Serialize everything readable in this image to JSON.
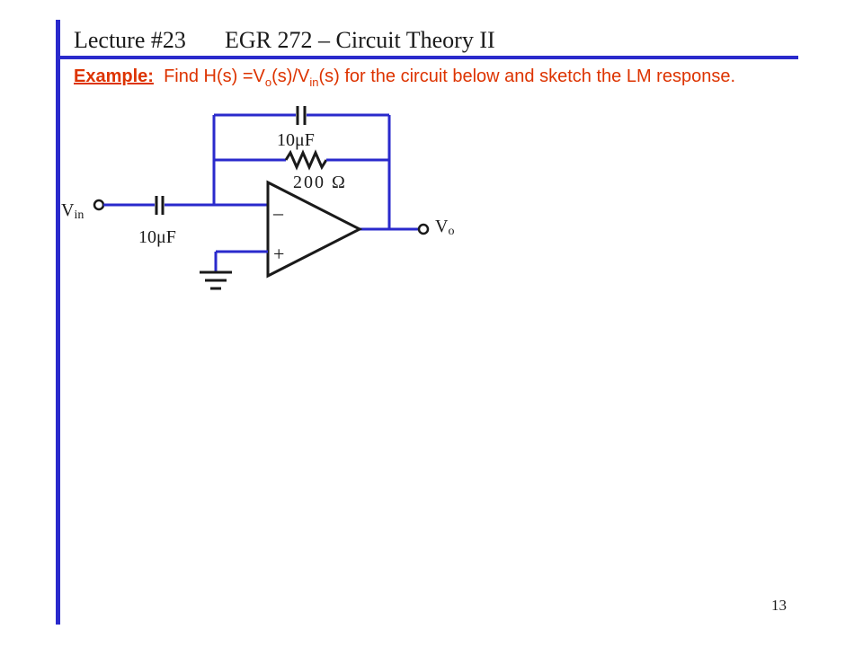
{
  "header": {
    "lecture": "Lecture #23",
    "course": "EGR 272 – Circuit Theory II"
  },
  "example": {
    "label": "Example:",
    "text_before": "Find H(s) =V",
    "sub_o": "o",
    "text_mid": "(s)/V",
    "sub_in": "in",
    "text_after": "(s) for the circuit below and sketch the LM response."
  },
  "circuit": {
    "vin_main": "V",
    "vin_sub": "in",
    "vo_main": "V",
    "vo_sub": "o",
    "input_capacitor": "10μF",
    "feedback_capacitor": "10μF",
    "feedback_resistor": "200 Ω",
    "minus_sign": "–",
    "plus_sign": "+"
  },
  "footer": {
    "page_number": "13"
  },
  "colors": {
    "accent": "#2a2acc",
    "example": "#dd3300",
    "text": "#1a1a1a"
  }
}
